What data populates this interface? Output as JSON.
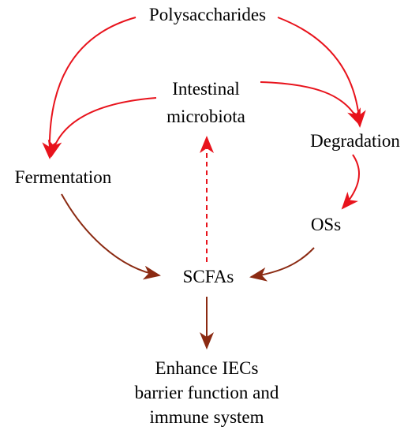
{
  "nodes": {
    "polysaccharides": "Polysaccharides",
    "microbiota_line1": "Intestinal",
    "microbiota_line2": "microbiota",
    "degradation": "Degradation",
    "fermentation": "Fermentation",
    "oss": "OSs",
    "scfas": "SCFAs",
    "outcome_line1": "Enhance IECs",
    "outcome_line2": "barrier function and",
    "outcome_line3": "immune system"
  },
  "colors": {
    "red_arrow": "#e8131c",
    "brown_arrow": "#8b2a12"
  }
}
